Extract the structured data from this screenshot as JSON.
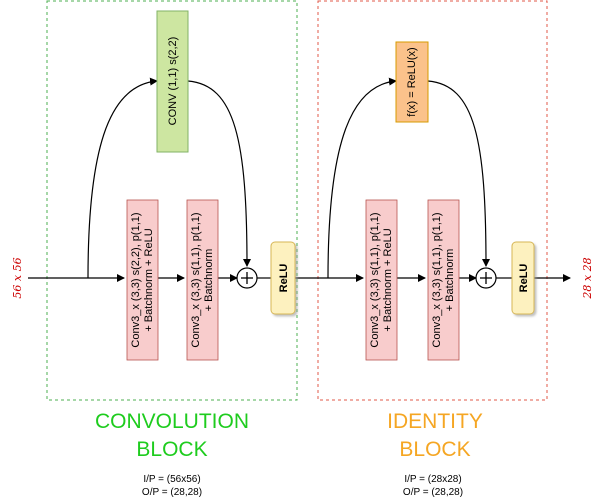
{
  "input_dim": "56 x 56",
  "output_dim": "28 x 28",
  "conv_block": {
    "shortcut": "CONV (1,1) s(2,2)",
    "layer1_line1": "Conv3_x (3,3) s(2,2), p(1,1)",
    "layer1_line2": "+ Batchnorm + ReLU",
    "layer2_line1": "Conv3_x (3,3) s(1,1), p(1,1)",
    "layer2_line2": "+ Batchnorm",
    "relu": "ReLU",
    "title_line1": "CONVOLUTION",
    "title_line2": "BLOCK",
    "ip": "I/P = (56x56)",
    "op": "O/P = (28,28)"
  },
  "identity_block": {
    "shortcut": "f(x) = ReLU(x)",
    "layer1_line1": "Conv3_x (3,3) s(1,1), p(1,1)",
    "layer1_line2": "+ Batchnorm + ReLU",
    "layer2_line1": "Conv3_x (3,3) s(1,1), p(1,1)",
    "layer2_line2": "+ Batchnorm",
    "relu": "ReLU",
    "title_line1": "IDENTITY",
    "title_line2": "BLOCK",
    "ip": "I/P = (28x28)",
    "op": "O/P = (28,28)"
  },
  "colors": {
    "conv_border": "#4caf50",
    "identity_border": "#e05a4a",
    "shortcut_green": "#cde6a1",
    "shortcut_orange": "#fbc28b",
    "layer_pink": "#f8cccc",
    "relu_yellow": "#fdf1bf",
    "title_green": "#1ecc1e",
    "title_orange": "#f5a623",
    "dim_red": "#cc0000"
  }
}
